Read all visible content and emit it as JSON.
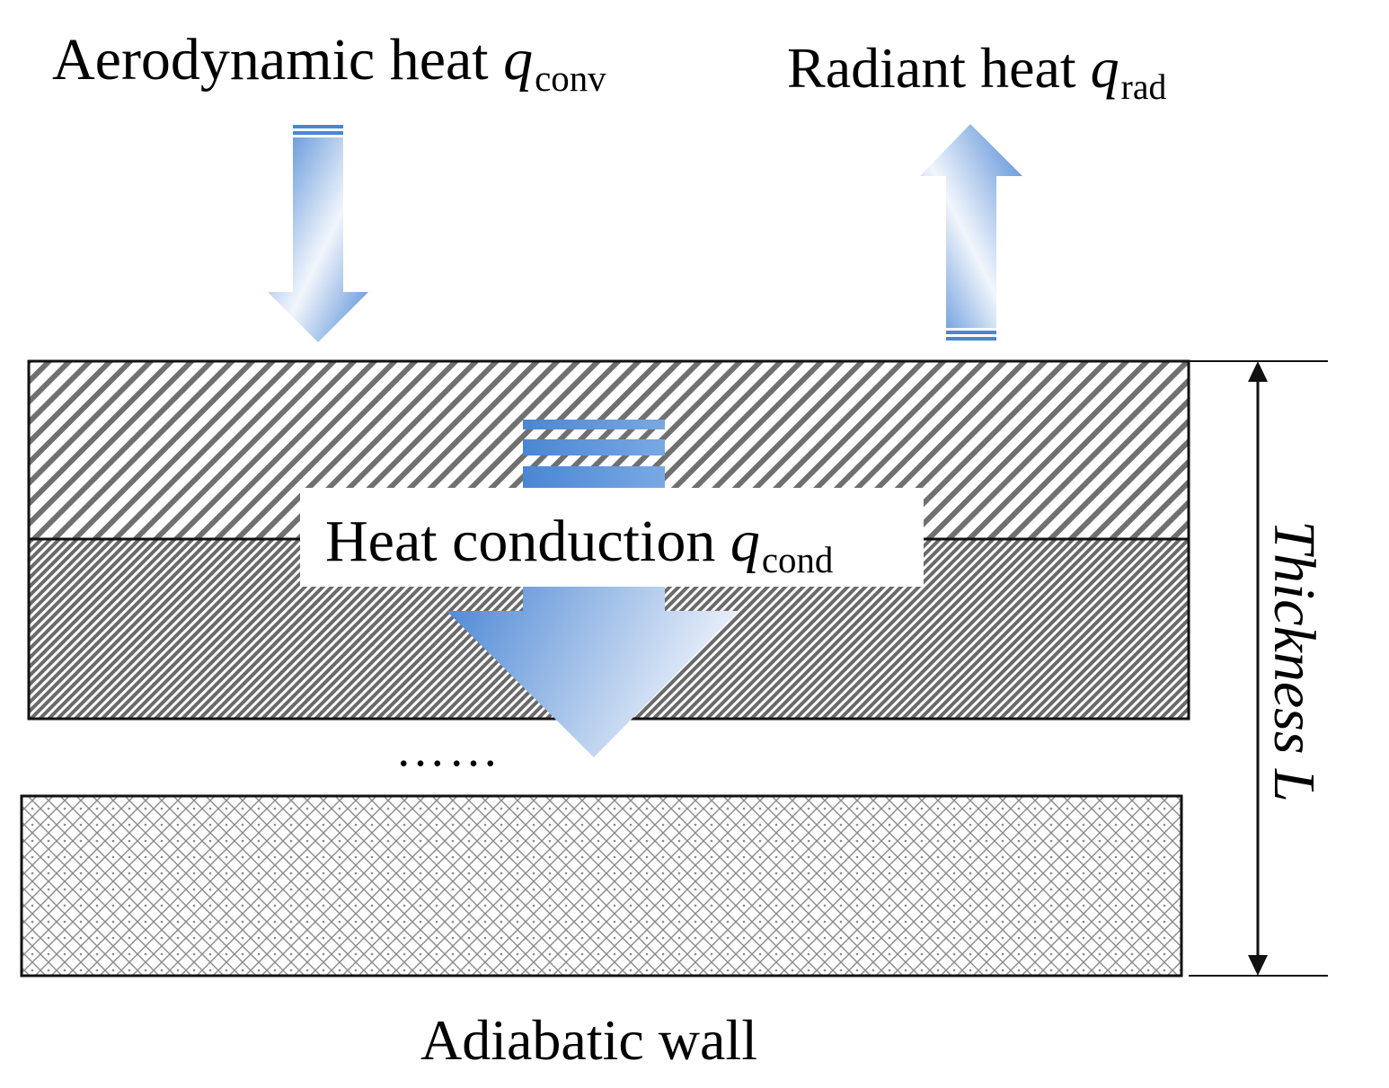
{
  "labels": {
    "aero_text": "Aerodynamic heat ",
    "aero_symbol": "q",
    "aero_sub": "conv",
    "rad_text": "Radiant heat ",
    "rad_symbol": "q",
    "rad_sub": "rad",
    "cond_text": "Heat conduction ",
    "cond_symbol": "q",
    "cond_sub": "cond",
    "ellipsis": "……",
    "bottom": "Adiabatic wall",
    "thickness": "Thickness L"
  },
  "colors": {
    "arrow_dark": "#4a86d4",
    "arrow_light": "#eef3fb",
    "outline": "#111111",
    "hatch": "#6b6b6b"
  },
  "layers": [
    {
      "pattern": "wide-diagonal-hatch"
    },
    {
      "pattern": "dense-diagonal-hatch"
    },
    {
      "pattern": "diamond-crosshatch"
    }
  ]
}
